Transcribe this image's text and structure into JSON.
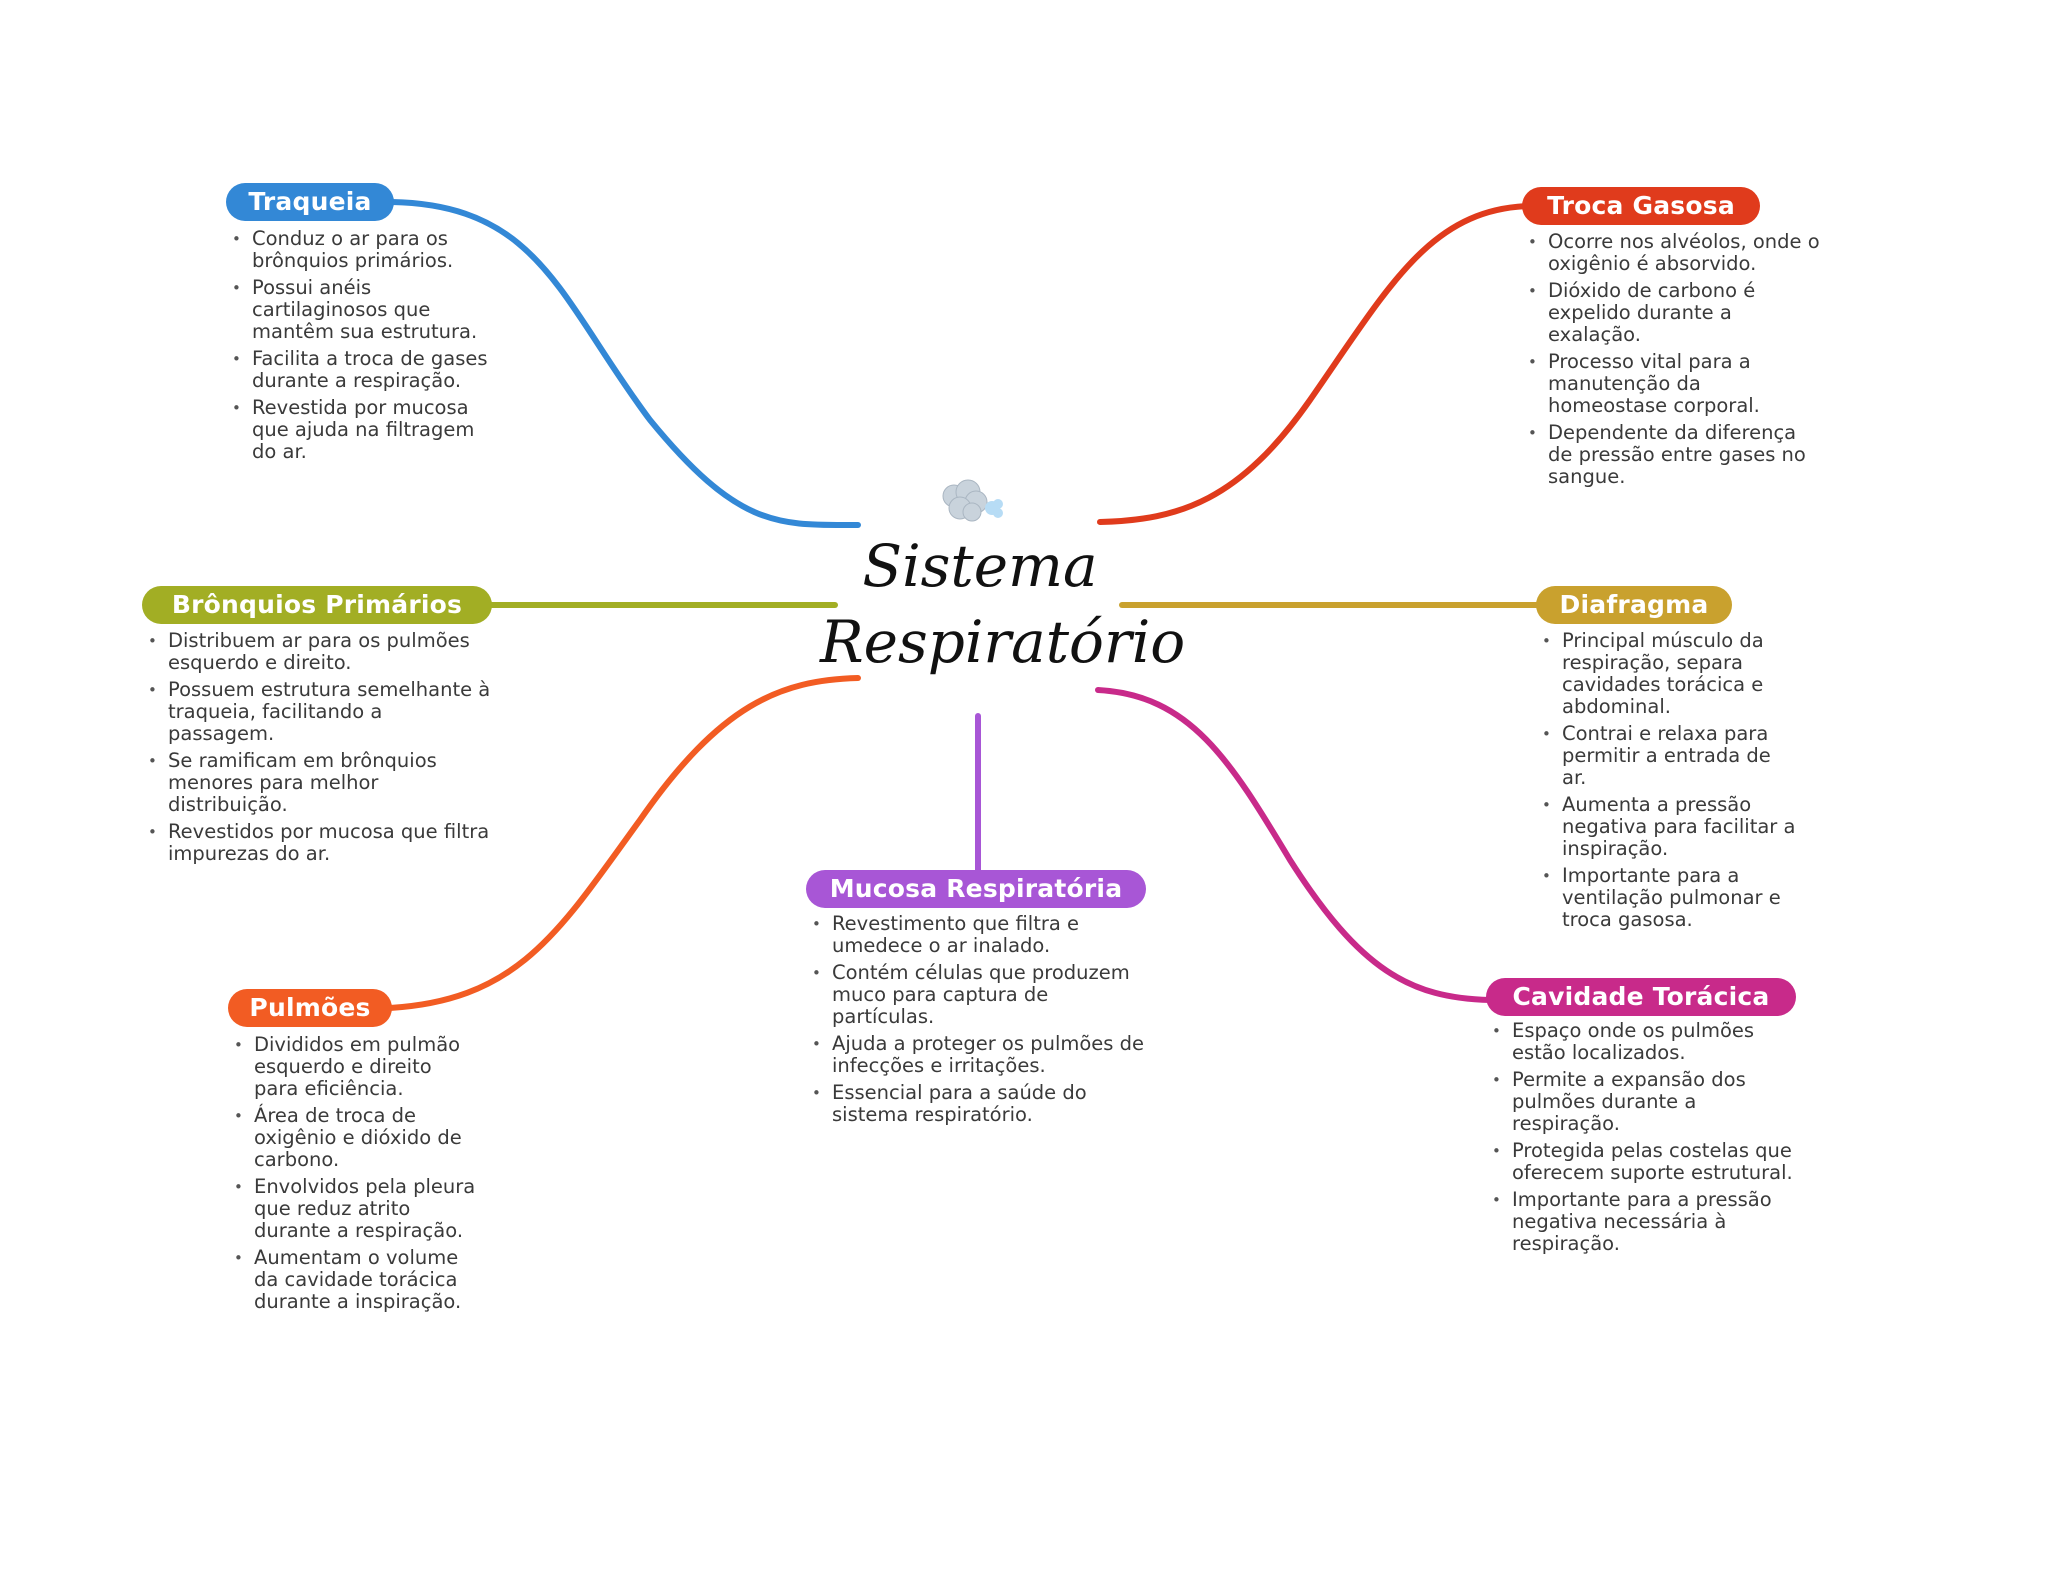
{
  "central": {
    "title_line1": "Sistema",
    "title_line2": "Respiratório",
    "icon": "cloud-puff-icon"
  },
  "colors": {
    "traqueia": "#3388d6",
    "bronquios": "#a2ae24",
    "pulmoes": "#f25c23",
    "mucosa": "#a856d6",
    "troca": "#e03b1c",
    "diafragma": "#c9a12e",
    "cavidade": "#c82a8a"
  },
  "branches": {
    "traqueia": {
      "label": "Traqueia",
      "items": [
        "Conduz o ar para os brônquios primários.",
        "Possui anéis cartilaginosos que mantêm sua estrutura.",
        "Facilita a troca de gases durante a respiração.",
        "Revestida por mucosa que ajuda na filtragem do ar."
      ]
    },
    "bronquios": {
      "label": "Brônquios Primários",
      "items": [
        "Distribuem ar para os pulmões esquerdo e direito.",
        "Possuem estrutura semelhante à traqueia, facilitando a passagem.",
        "Se ramificam em brônquios menores para melhor distribuição.",
        "Revestidos por mucosa que filtra impurezas do ar."
      ]
    },
    "pulmoes": {
      "label": "Pulmões",
      "items": [
        "Divididos em pulmão esquerdo e direito para eficiência.",
        "Área de troca de oxigênio e dióxido de carbono.",
        "Envolvidos pela pleura que reduz atrito durante a respiração.",
        "Aumentam o volume da cavidade torácica durante a inspiração."
      ]
    },
    "mucosa": {
      "label": "Mucosa Respiratória",
      "items": [
        "Revestimento que filtra e umedece o ar inalado.",
        "Contém células que produzem muco para captura de partículas.",
        "Ajuda a proteger os pulmões de infecções e irritações.",
        "Essencial para a saúde do sistema respiratório."
      ]
    },
    "troca": {
      "label": "Troca Gasosa",
      "items": [
        "Ocorre nos alvéolos, onde o oxigênio é absorvido.",
        "Dióxido de carbono é expelido durante a exalação.",
        "Processo vital para a manutenção da homeostase corporal.",
        "Dependente da diferença de pressão entre gases no sangue."
      ]
    },
    "diafragma": {
      "label": "Diafragma",
      "items": [
        "Principal músculo da respiração, separa cavidades torácica e abdominal.",
        "Contrai e relaxa para permitir a entrada de ar.",
        "Aumenta a pressão negativa para facilitar a inspiração.",
        "Importante para a ventilação pulmonar e troca gasosa."
      ]
    },
    "cavidade": {
      "label": "Cavidade Torácica",
      "items": [
        "Espaço onde os pulmões estão localizados.",
        "Permite a expansão dos pulmões durante a respiração.",
        "Protegida pelas costelas que oferecem suporte estrutural.",
        "Importante para a pressão negativa necessária à respiração."
      ]
    }
  }
}
